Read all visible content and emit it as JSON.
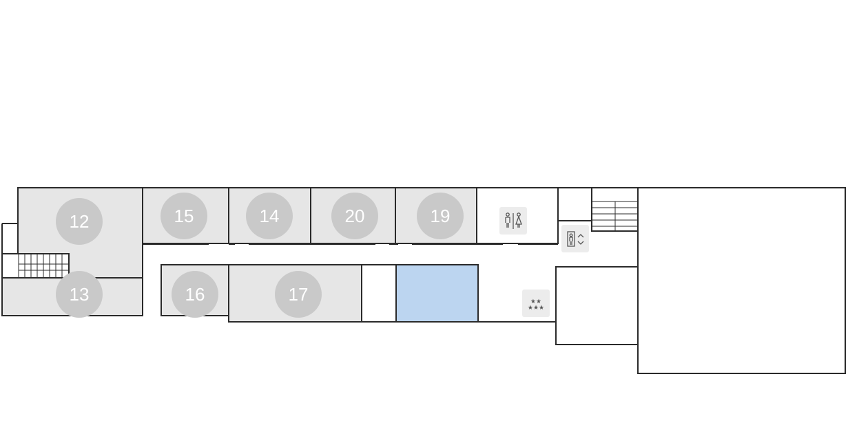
{
  "floor_map": {
    "rooms": [
      {
        "id": "r12",
        "label": "12"
      },
      {
        "id": "r13",
        "label": "13"
      },
      {
        "id": "r14",
        "label": "14"
      },
      {
        "id": "r15",
        "label": "15"
      },
      {
        "id": "r16",
        "label": "16"
      },
      {
        "id": "r17",
        "label": "17"
      },
      {
        "id": "r19",
        "label": "19"
      },
      {
        "id": "r20",
        "label": "20"
      }
    ],
    "highlighted_room": "unlabeled room right of 17",
    "amenities": [
      "restroom-icon",
      "elevator-icon",
      "stairs-icon",
      "hotel-rating-icon"
    ],
    "colors": {
      "room_fill": "#e6e6e6",
      "room_badge": "#c9c9c9",
      "highlight": "#bcd5f0",
      "wall": "#2a2a2a",
      "background": "#ffffff"
    }
  }
}
